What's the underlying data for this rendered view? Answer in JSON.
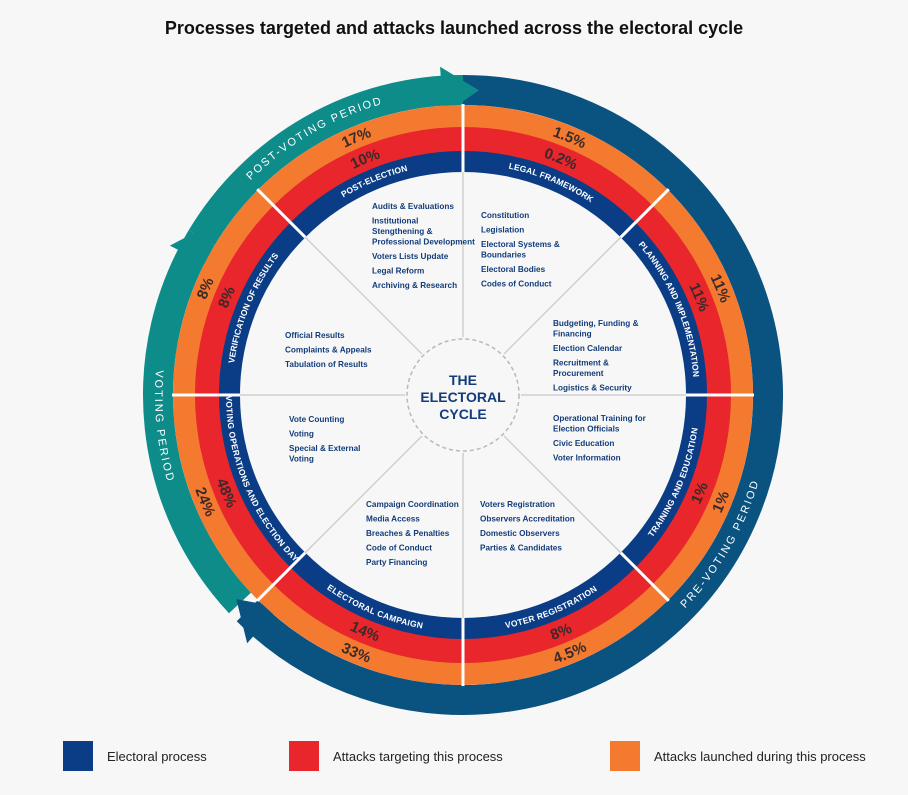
{
  "title": "Processes targeted and attacks launched across the electoral cycle",
  "center_label": [
    "THE",
    "ELECTORAL",
    "CYCLE"
  ],
  "colors": {
    "process": "#0b3d86",
    "targeted": "#e8262c",
    "launched": "#f37a2f",
    "pre_voting": "#0a527f",
    "voting": "#0e8c8a",
    "post_voting": "#0e8c8a",
    "inner_text": "#123c7a"
  },
  "periods": {
    "post_voting": "POST-VOTING PERIOD",
    "voting": "VOTING PERIOD",
    "pre_voting": "PRE-VOTING PERIOD"
  },
  "segments": [
    {
      "name": "LEGAL FRAMEWORK",
      "targeted": "0.2%",
      "launched": "1.5%",
      "items": [
        "Constitution",
        "Legislation",
        "Electoral Systems & Boundaries",
        "Electoral Bodies",
        "Codes of Conduct"
      ]
    },
    {
      "name": "PLANNING AND IMPLEMENTATION",
      "targeted": "11%",
      "launched": "11%",
      "items": [
        "Budgeting, Funding & Financing",
        "Election Calendar",
        "Recruitment & Procurement",
        "Logistics & Security"
      ]
    },
    {
      "name": "TRAINING AND EDUCATION",
      "targeted": "1%",
      "launched": "1%",
      "items": [
        "Operational Training for Election Officials",
        "Civic Education",
        "Voter Information"
      ]
    },
    {
      "name": "VOTER REGISTRATION",
      "targeted": "8%",
      "launched": "4.5%",
      "items": [
        "Voters Registration",
        "Observers Accreditation",
        "Domestic Observers",
        "Parties & Candidates"
      ]
    },
    {
      "name": "ELECTORAL CAMPAIGN",
      "targeted": "14%",
      "launched": "33%",
      "items": [
        "Campaign Coordination",
        "Media Access",
        "Breaches & Penalties",
        "Code of Conduct",
        "Party Financing"
      ]
    },
    {
      "name": "VOTING OPERATIONS AND ELECTION DAY",
      "targeted": "48%",
      "launched": "24%",
      "items": [
        "Vote Counting",
        "Voting",
        "Special & External Voting"
      ]
    },
    {
      "name": "VERIFICATION OF RESULTS",
      "targeted": "8%",
      "launched": "8%",
      "items": [
        "Official Results",
        "Complaints & Appeals",
        "Tabulation of Results"
      ]
    },
    {
      "name": "POST-ELECTION",
      "targeted": "10%",
      "launched": "17%",
      "items": [
        "Audits & Evaluations",
        "Institutional Stengthening & Professional Development",
        "Voters Lists Update",
        "Legal Reform",
        "Archiving & Research"
      ]
    }
  ],
  "legend": [
    {
      "label": "Electoral process",
      "color": "#0b3d86"
    },
    {
      "label": "Attacks targeting this process",
      "color": "#e8262c"
    },
    {
      "label": "Attacks launched during this process",
      "color": "#f37a2f"
    }
  ]
}
